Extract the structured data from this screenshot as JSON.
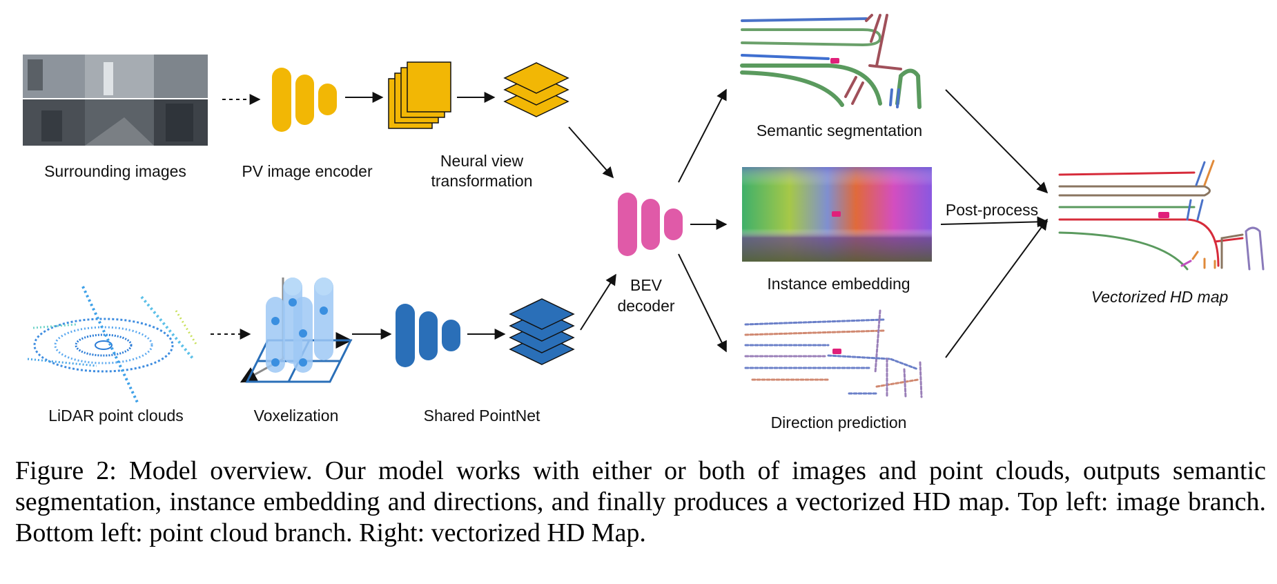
{
  "figure": {
    "labels": {
      "surrounding_images": "Surrounding images",
      "pv_image_encoder": "PV image encoder",
      "neural_view_line1": "Neural view",
      "neural_view_line2": "transformation",
      "bev_decoder_line1": "BEV",
      "bev_decoder_line2": "decoder",
      "lidar_point_clouds": "LiDAR point clouds",
      "voxelization": "Voxelization",
      "shared_pointnet": "Shared PointNet",
      "semantic_segmentation": "Semantic segmentation",
      "instance_embedding": "Instance embedding",
      "direction_prediction": "Direction prediction",
      "post_process": "Post-process",
      "vectorized_hd_map": "Vectorized HD map"
    },
    "colors": {
      "image_branch": "#f2b705",
      "bev_decoder": "#e05aa8",
      "pointnet": "#2a6fb8",
      "voxel": "#9ec8f5",
      "arrow": "#111111"
    }
  },
  "caption": "Figure 2: Model overview. Our model works with either or both of images and point clouds, outputs semantic segmentation, instance embedding and directions, and finally produces a vectorized HD map. Top left: image branch. Bottom left: point cloud branch. Right: vectorized HD Map."
}
